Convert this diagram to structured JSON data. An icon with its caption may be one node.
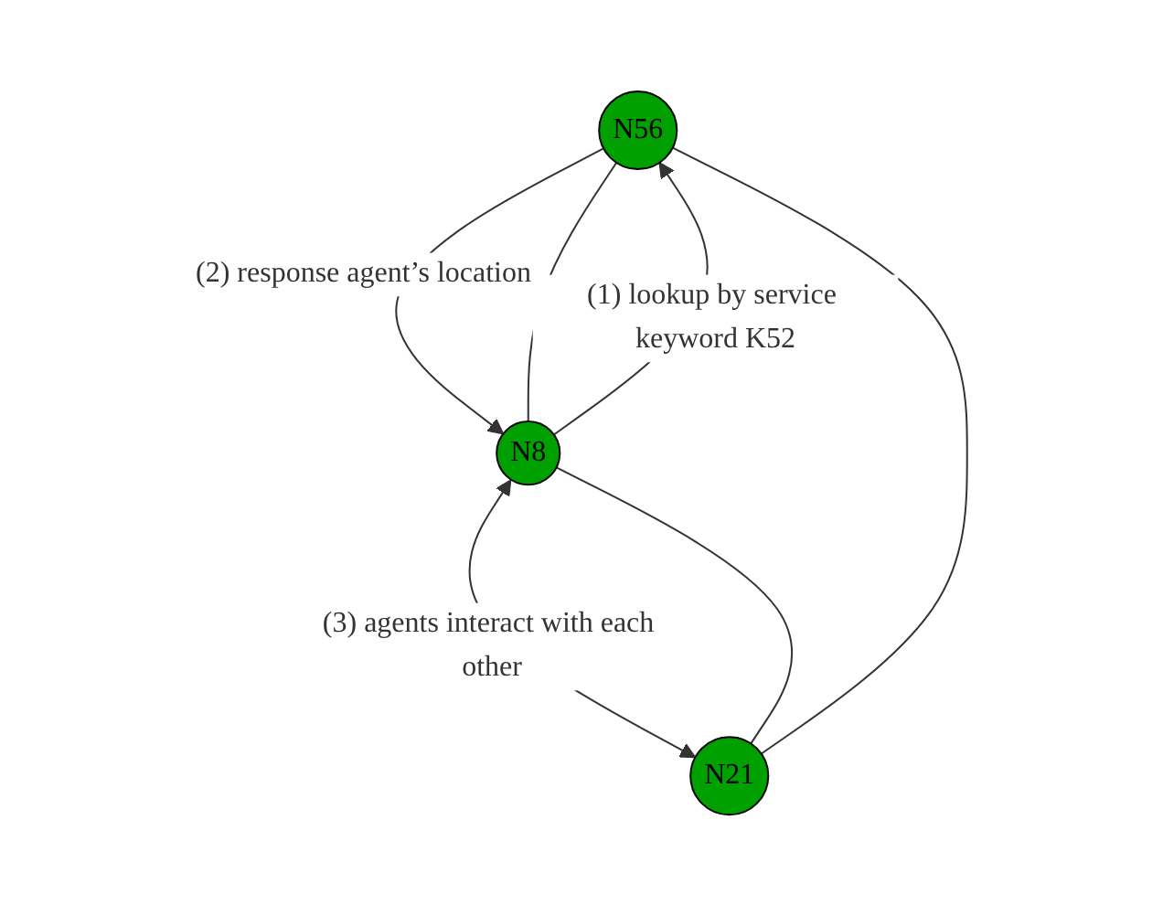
{
  "diagram": {
    "nodes": [
      {
        "text": [
          "N56"
        ]
      },
      {
        "text": [
          "N8"
        ]
      },
      {
        "text": [
          "N21"
        ]
      }
    ],
    "edges": [
      {
        "from": 0,
        "to": 1,
        "arrow": "to",
        "label": "(2) response agent’s location"
      },
      {
        "from": 1,
        "to": 0,
        "arrow": "to",
        "label": "(1) lookup by service keyword K52"
      },
      {
        "from": 1,
        "to": 2,
        "arrow": "both",
        "label": "(3) agents interact with each other"
      },
      {
        "from": 0,
        "to": 1,
        "arrow": "none"
      },
      {
        "from": 1,
        "to": 2,
        "arrow": "none"
      },
      {
        "from": 2,
        "to": 0,
        "arrow": "none"
      }
    ]
  }
}
